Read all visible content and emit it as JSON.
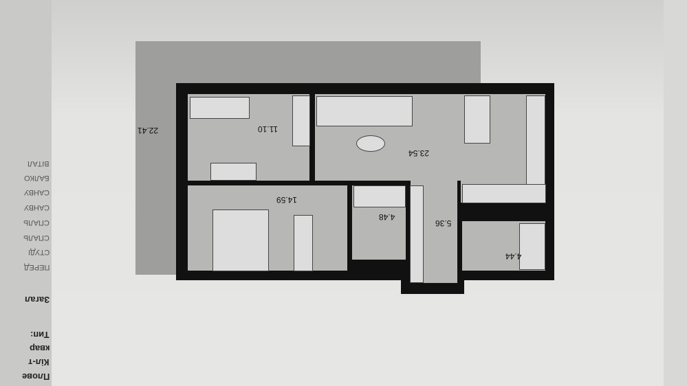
{
  "left_page": {
    "labels": [
      "ВІТАЛ",
      "БАЛКО",
      "САНВУ",
      "САНВУ",
      "СПАЛЬ",
      "СПАЛЬ",
      "СТУДІ",
      "ПЕРЕД"
    ],
    "bold_labels": [
      "Загал",
      "Тип:",
      "квар",
      "Кіл-т",
      "Плове"
    ]
  },
  "plan": {
    "areas": {
      "balcony": "22.41",
      "bedroom_small": "11.10",
      "living": "23.54",
      "bedroom": "14.59",
      "bath": "4.48",
      "hall": "5.36",
      "wc": "4.44"
    }
  }
}
